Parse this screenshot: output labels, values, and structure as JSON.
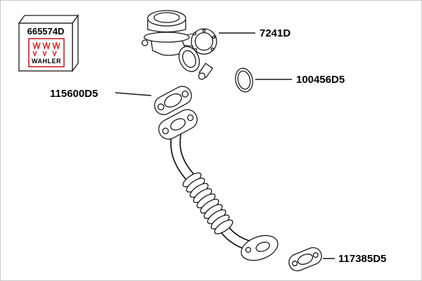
{
  "diagram": {
    "background_color": "#ffffff",
    "line_color": "#1a1a1a",
    "brand_box": {
      "part_number": "665574D",
      "brand_name": "WAHLER",
      "brand_color": "#cc2020"
    },
    "callouts": [
      {
        "id": "egr-valve",
        "label": "7241D"
      },
      {
        "id": "seal-ring",
        "label": "100456D5"
      },
      {
        "id": "flange-gasket-upper",
        "label": "115600D5"
      },
      {
        "id": "flange-gasket-lower",
        "label": "117385D5"
      }
    ]
  }
}
